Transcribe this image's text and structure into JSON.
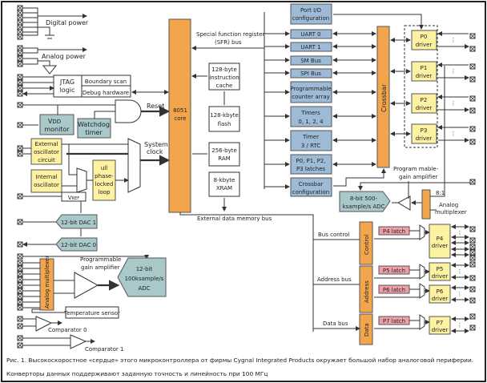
{
  "colors": {
    "core_orange": "#f3a54c",
    "analog_teal": "#a9c8ca",
    "peripheral_blue": "#9dbbd6",
    "driver_yellow": "#fdf1a2",
    "latch_pink": "#ef9fa6"
  },
  "power": {
    "digital": "Digital power",
    "analog": "Analog power"
  },
  "jtag": {
    "l1": "JTAG",
    "l2": "logic",
    "boundary_scan": "Boundary scan",
    "debug": "Debug hardware"
  },
  "vdd": {
    "v": "V",
    "sub": "DD",
    "l2": "monitor"
  },
  "watchdog": {
    "l1": "Watchdog",
    "l2": "timer"
  },
  "reset": "Reset",
  "ext_osc": {
    "l1": "External",
    "l2": "oscillator",
    "l3": "circuit"
  },
  "int_osc": {
    "l1": "Internal",
    "l2": "oscillator"
  },
  "pll": {
    "l1": "ull",
    "l2": "phase-",
    "l3": "locked",
    "l4": "loop"
  },
  "system_clock": {
    "l1": "System",
    "l2": "clock"
  },
  "core": {
    "l1": "8051",
    "l2": "core"
  },
  "sfr": {
    "l1": "Special function register",
    "l2": "(SFR) bus"
  },
  "memory": {
    "cache": {
      "l1": "128-byte",
      "l2": "instruction",
      "l3": "cache"
    },
    "flash": {
      "l1": "128-kbyte",
      "l2": "flash"
    },
    "ram": {
      "l1": "256-byte",
      "l2": "RAM"
    },
    "xram": {
      "l1": "8-kbyte",
      "l2": "XRAM"
    }
  },
  "ext_bus": "External data memory bus",
  "vref": {
    "v": "V",
    "sub": "REF"
  },
  "dac1": "12-bit DAC 1",
  "dac0": "12-bit DAC 0",
  "amux_left": "Analog multiplexer",
  "pga_left": {
    "l1": "Programmable",
    "l2": "gain amplifier"
  },
  "adc12": {
    "l1": "12-bit",
    "l2": "100ksample/s",
    "l3": "ADC"
  },
  "temp": "Temperature sensor",
  "comp0": "Comparator 0",
  "comp1": "Comparator 1",
  "peripherals": {
    "portio": {
      "l1": "Port I/O",
      "l2": "configuration"
    },
    "uart0": "UART 0",
    "uart1": "UART 1",
    "smbus": "SM Bus",
    "spi": "SPI Bus",
    "pca": {
      "l1": "Programmable",
      "l2": "counter array"
    },
    "timers": {
      "l1": "Timers",
      "l2": "0, 1, 2, 4"
    },
    "timer3": {
      "l1": "Timer",
      "l2": "3 / RTC"
    },
    "latches": {
      "l1": "P0, P1, P2,",
      "l2": "P3 latches"
    },
    "xbar_cfg": {
      "l1": "Crossbar",
      "l2": "configuration"
    }
  },
  "crossbar": "Crossbar",
  "drivers": {
    "p0": "P0",
    "p1": "P1",
    "p2": "P2",
    "p3": "P3",
    "p4": "P4",
    "p5": "P5",
    "p6": "P6",
    "p7": "P7",
    "word": "driver"
  },
  "pga_right": {
    "l1": "Program mable-",
    "l2": "gain amplifier"
  },
  "adc8": {
    "l1": "8-bit 500-",
    "l2": "ksample/s ADC"
  },
  "amux_right": {
    "ratio": "8:1",
    "l1": "Analog",
    "l2": "multiplexer"
  },
  "buses": {
    "control_label": "Bus control",
    "address_label": "Address bus",
    "data_label": "Data bus",
    "control": "Control",
    "address": "Address",
    "data": "Data"
  },
  "latches": {
    "p4": "P4 latch",
    "p5": "P5 latch",
    "p6": "P6 latch",
    "p7": "P7 latch"
  },
  "caption": {
    "l1": "Рис. 1. Высокоскоростное «сердце» этого микроконтроллера от фирмы Cygnal Integrated Products окружает большой набор аналоговой периферии.",
    "l2": "Конверторы данных поддерживают заданную точность и линейность при 100 МГц"
  }
}
